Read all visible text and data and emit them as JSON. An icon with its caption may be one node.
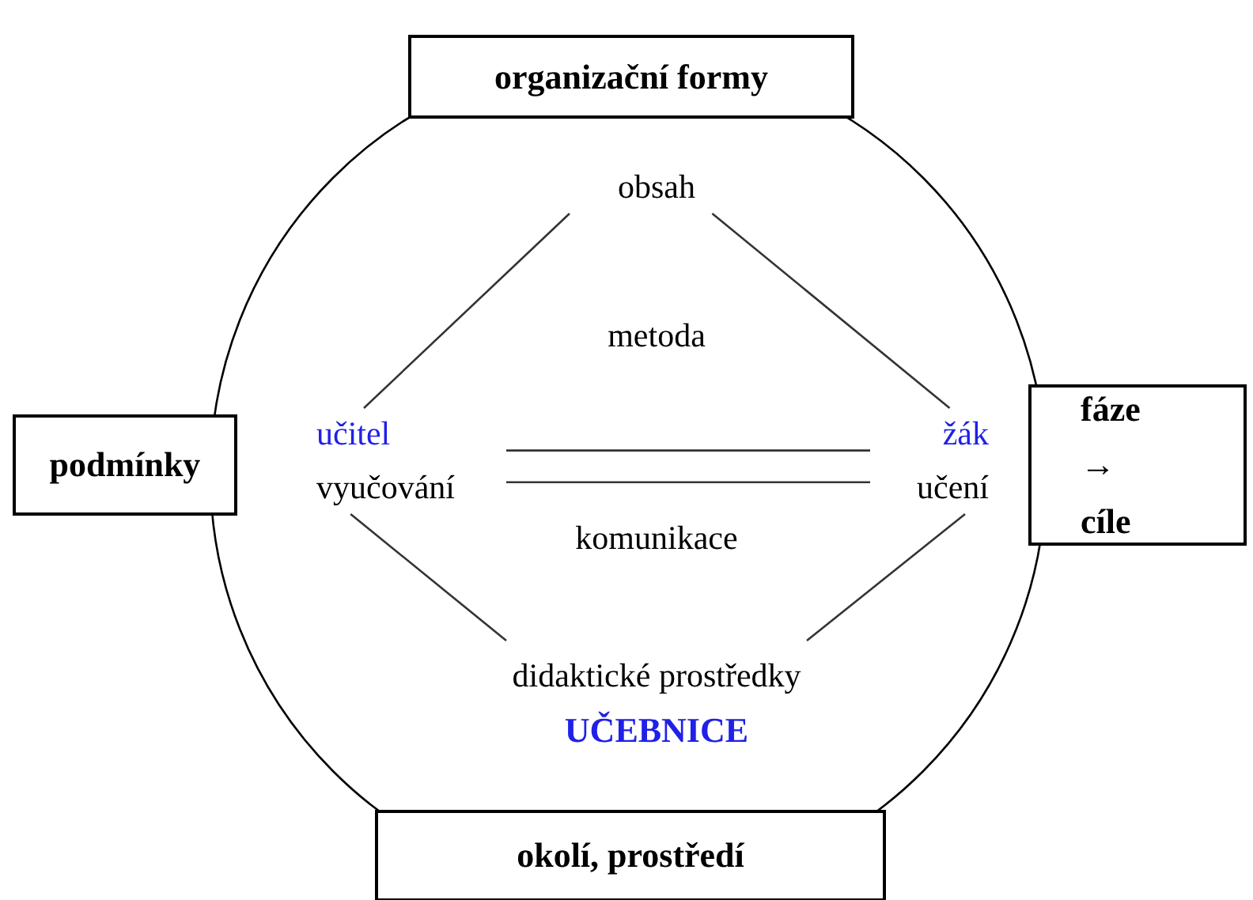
{
  "diagram": {
    "nodes": [
      {
        "text": [
          "organizační formy"
        ]
      },
      {
        "text": [
          "podmínky"
        ]
      },
      {
        "text": [
          "fáze → cíle"
        ]
      },
      {
        "text": [
          "okolí, prostředí"
        ]
      },
      {
        "text": [
          "obsah"
        ]
      },
      {
        "text": [
          "učitel",
          "vyučování"
        ]
      },
      {
        "text": [
          "žák",
          "učení"
        ]
      },
      {
        "text": [
          "didaktické prostředky",
          "UČEBNICE"
        ]
      }
    ],
    "edges": [
      {
        "from": 4,
        "to": 5,
        "arrow": "none"
      },
      {
        "from": 4,
        "to": 6,
        "arrow": "none"
      },
      {
        "from": 5,
        "to": 6,
        "arrow": "none"
      },
      {
        "from": 5,
        "to": 6,
        "arrow": "none"
      },
      {
        "from": 5,
        "to": 7,
        "arrow": "none"
      },
      {
        "from": 6,
        "to": 7,
        "arrow": "none"
      }
    ],
    "labels": [
      "metoda",
      "komunikace"
    ]
  }
}
